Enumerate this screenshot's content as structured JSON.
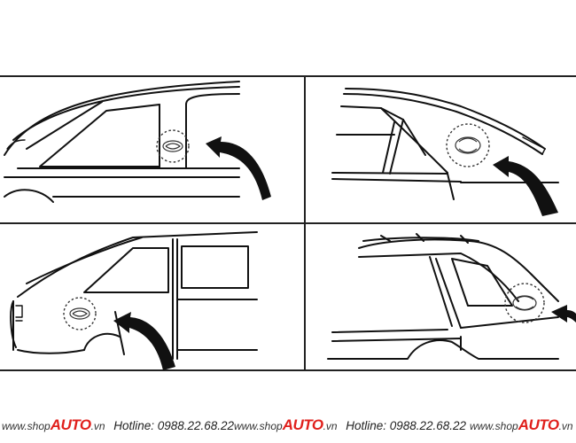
{
  "footer": {
    "items": [
      {
        "prefix": "www.shop",
        "brand": "AUTO",
        "tld": ".vn",
        "hotline": "Hotline: 0988.22.68.22"
      },
      {
        "prefix": "www.shop",
        "brand": "AUTO",
        "tld": ".vn",
        "hotline": "Hotline: 0988.22.68.22"
      },
      {
        "prefix": "www.shop",
        "brand": "AUTO",
        "tld": ".vn",
        "hotline": ""
      }
    ]
  },
  "colors": {
    "brand": "#e0201c",
    "line": "#111111",
    "background": "#ffffff"
  },
  "icons": [
    "curved-arrow-icon",
    "emblem-badge-icon"
  ]
}
